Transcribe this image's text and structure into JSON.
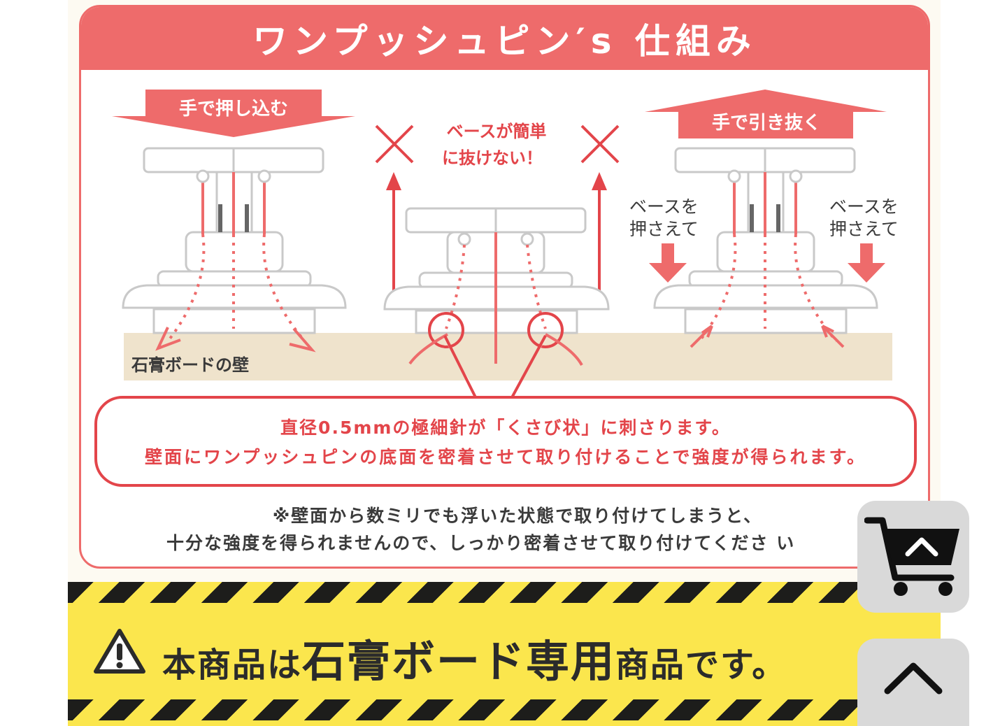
{
  "header": {
    "title": "ワンプッシュピン′s 仕組み"
  },
  "diagram": {
    "push_label": "手で押し込む",
    "pull_label": "手で引き抜く",
    "center_label_1": "ベースが簡単",
    "center_label_2": "に抜けない！",
    "wall_label": "石膏ボードの壁",
    "hold_left_1": "ベースを",
    "hold_left_2": "押さえて",
    "hold_right_1": "ベースを",
    "hold_right_2": "押さえて"
  },
  "callout": {
    "line1": "直径0.5mmの極細針が「くさび状」に刺さります。",
    "line2": "壁面にワンプッシュピンの底面を密着させて取り付けることで強度が得られます。"
  },
  "note": {
    "line1": "※壁面から数ミリでも浮いた状態で取り付けてしまうと、",
    "line2": "十分な強度を得られませんので、しっかり密着させて取り付けてくださ い"
  },
  "warning": {
    "prefix": "本商品は",
    "emphasis": "石膏ボード専用",
    "suffix": "商品です。"
  },
  "colors": {
    "accent": "#ee6b6b",
    "accent_dark": "#e3454a",
    "wall": "#efe3cc",
    "warning": "#fbe64d"
  },
  "buttons": {
    "cart_icon": "cart-up-icon",
    "scroll_icon": "chevron-up-icon"
  }
}
